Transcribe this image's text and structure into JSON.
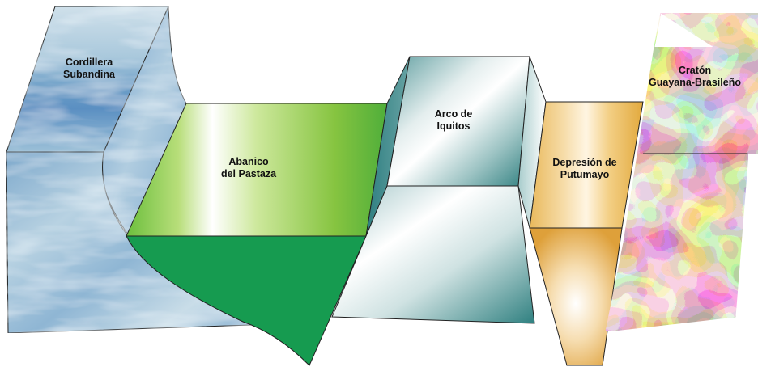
{
  "diagram": {
    "blocks": [
      {
        "id": "cordillera",
        "lines": [
          "Cordillera",
          "Subandina"
        ],
        "color": "#4f83bd"
      },
      {
        "id": "abanico",
        "lines": [
          "Abanico",
          "del Pastaza"
        ],
        "color": "#1e9a4c"
      },
      {
        "id": "arco",
        "lines": [
          "Arco de",
          "Iquitos"
        ],
        "color": "#2f7f7f"
      },
      {
        "id": "depresion",
        "lines": [
          "Depresión de",
          "Putumayo"
        ],
        "color": "#e1a93a"
      },
      {
        "id": "craton",
        "lines": [
          "Cratón",
          "Guayana-Brasileño"
        ],
        "color": "#7a3b3b"
      }
    ]
  }
}
